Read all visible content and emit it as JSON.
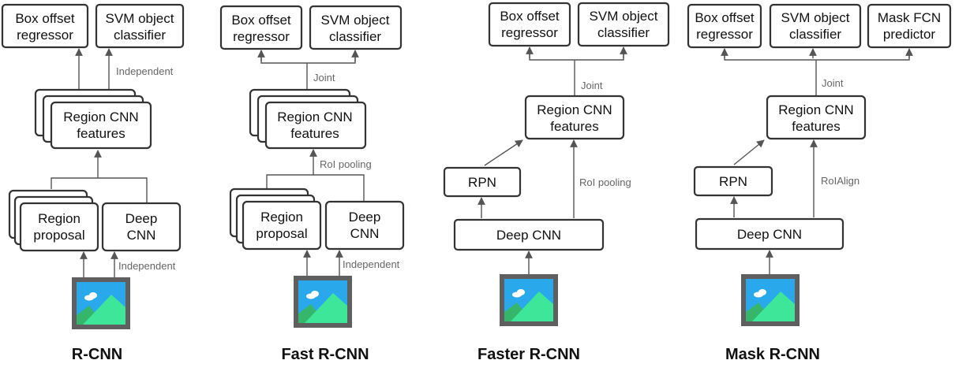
{
  "panels": [
    {
      "title": "R-CNN",
      "box_offset": [
        "Box offset",
        "regressor"
      ],
      "svm": [
        "SVM object",
        "classifier"
      ],
      "independent_top": "Independent",
      "features": [
        "Region CNN",
        "features"
      ],
      "region_proposal": [
        "Region",
        "proposal"
      ],
      "deep_cnn": [
        "Deep",
        "CNN"
      ],
      "independent_bottom": "Independent"
    },
    {
      "title": "Fast R-CNN",
      "box_offset": [
        "Box offset",
        "regressor"
      ],
      "svm": [
        "SVM object",
        "classifier"
      ],
      "joint": "Joint",
      "features": [
        "Region CNN",
        "features"
      ],
      "roi_pooling": "RoI pooling",
      "region_proposal": [
        "Region",
        "proposal"
      ],
      "deep_cnn": [
        "Deep",
        "CNN"
      ],
      "independent_bottom": "Independent"
    },
    {
      "title": "Faster R-CNN",
      "box_offset": [
        "Box offset",
        "regressor"
      ],
      "svm": [
        "SVM object",
        "classifier"
      ],
      "joint": "Joint",
      "features": [
        "Region CNN",
        "features"
      ],
      "rpn": "RPN",
      "roi_pooling": "RoI pooling",
      "deep_cnn": "Deep CNN"
    },
    {
      "title": "Mask R-CNN",
      "box_offset": [
        "Box offset",
        "regressor"
      ],
      "svm": [
        "SVM object",
        "classifier"
      ],
      "mask": [
        "Mask FCN",
        "predictor"
      ],
      "joint": "Joint",
      "features": [
        "Region CNN",
        "features"
      ],
      "rpn": "RPN",
      "roi_align": "RoIAlign",
      "deep_cnn": "Deep CNN"
    }
  ],
  "colors": {
    "box_stroke": "#333333",
    "connector": "#555555",
    "label": "#666666",
    "image_frame": "#5f5f5f",
    "image_sky": "#29a9ec",
    "image_hill_back": "#35b66b",
    "image_hill_front": "#3ee69a",
    "image_cloud": "#ffffff"
  },
  "icons": [
    "image-icon"
  ]
}
